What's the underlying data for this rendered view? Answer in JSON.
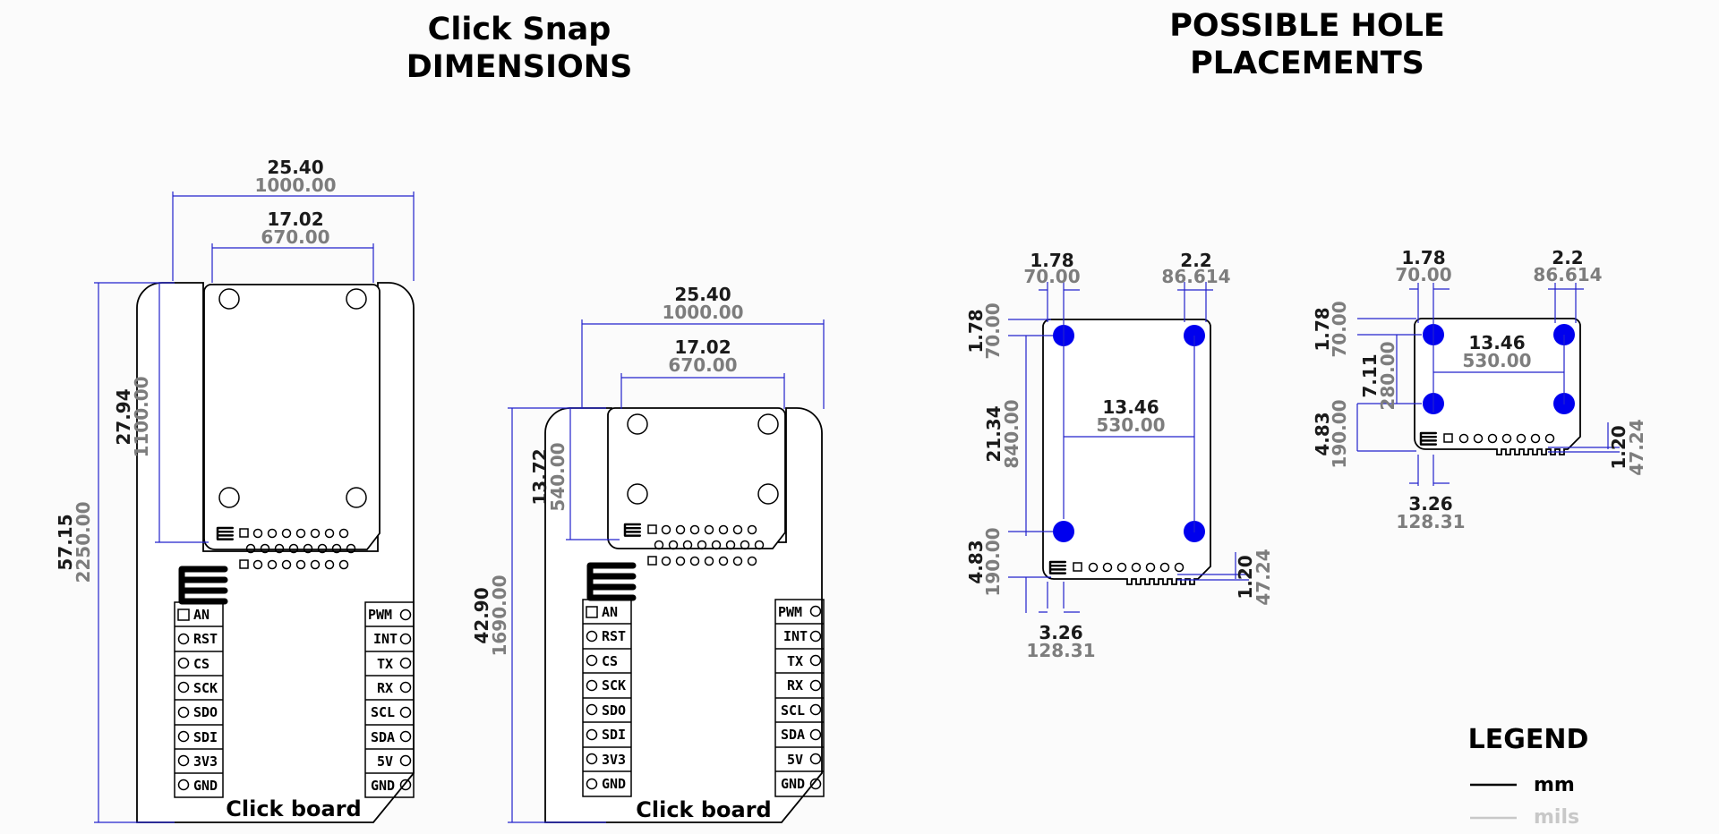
{
  "titles": {
    "left_line1": "Click Snap",
    "left_line2": "DIMENSIONS",
    "right_line1": "POSSIBLE HOLE",
    "right_line2": "PLACEMENTS"
  },
  "board_label": "Click board",
  "pins_left": [
    "AN",
    "RST",
    "CS",
    "SCK",
    "SDO",
    "SDI",
    "3V3",
    "GND"
  ],
  "pins_right": [
    "PWM",
    "INT",
    "TX",
    "RX",
    "SCL",
    "SDA",
    "5V",
    "GND"
  ],
  "board1": {
    "width_mm": "25.40",
    "width_mil": "1000.00",
    "inner_mm": "17.02",
    "inner_mil": "670.00",
    "height_mm": "57.15",
    "height_mil": "2250.00",
    "snap_mm": "27.94",
    "snap_mil": "1100.00"
  },
  "board2": {
    "width_mm": "25.40",
    "width_mil": "1000.00",
    "inner_mm": "17.02",
    "inner_mil": "670.00",
    "height_mm": "42.90",
    "height_mil": "1690.00",
    "snap_mm": "13.72",
    "snap_mil": "540.00"
  },
  "holes1": {
    "left_mm": "1.78",
    "left_mil": "70.00",
    "right_mm": "2.2",
    "right_mil": "86.614",
    "top_mm": "1.78",
    "top_mil": "70.00",
    "span_v_mm": "21.34",
    "span_v_mil": "840.00",
    "span_h_mm": "13.46",
    "span_h_mil": "530.00",
    "bottom_mm": "4.83",
    "bottom_mil": "190.00",
    "edge_mm": "1.20",
    "edge_mil": "47.24",
    "offset_mm": "3.26",
    "offset_mil": "128.31"
  },
  "holes2": {
    "left_mm": "1.78",
    "left_mil": "70.00",
    "right_mm": "2.2",
    "right_mil": "86.614",
    "top_mm": "1.78",
    "top_mil": "70.00",
    "span_v_mm": "7.11",
    "span_v_mil": "280.00",
    "span_h_mm": "13.46",
    "span_h_mil": "530.00",
    "bottom_mm": "4.83",
    "bottom_mil": "190.00",
    "edge_mm": "1.20",
    "edge_mil": "47.24",
    "offset_mm": "3.26",
    "offset_mil": "128.31"
  },
  "legend": {
    "title": "LEGEND",
    "mm": "mm",
    "mils": "mils",
    "mm_color": "#000000",
    "mils_color": "#c8c8c8"
  },
  "colors": {
    "dimension": "#2222cc",
    "hole": "#0000ee"
  }
}
